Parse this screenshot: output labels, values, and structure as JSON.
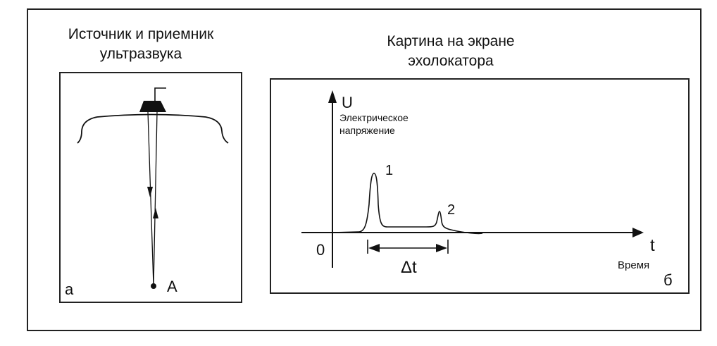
{
  "left": {
    "title_line1": "Источник и приемник",
    "title_line2": "ультразвука",
    "corner_label": "а",
    "point_label": "A"
  },
  "right": {
    "title_line1": "Картина на экране",
    "title_line2": "эхолокатора",
    "y_axis_symbol": "U",
    "y_axis_label_line1": "Электрическое",
    "y_axis_label_line2": "напряжение",
    "x_axis_symbol": "t",
    "x_axis_label": "Время",
    "origin_label": "0",
    "peak1_label": "1",
    "peak2_label": "2",
    "interval_label": "Δt",
    "corner_label": "б"
  }
}
